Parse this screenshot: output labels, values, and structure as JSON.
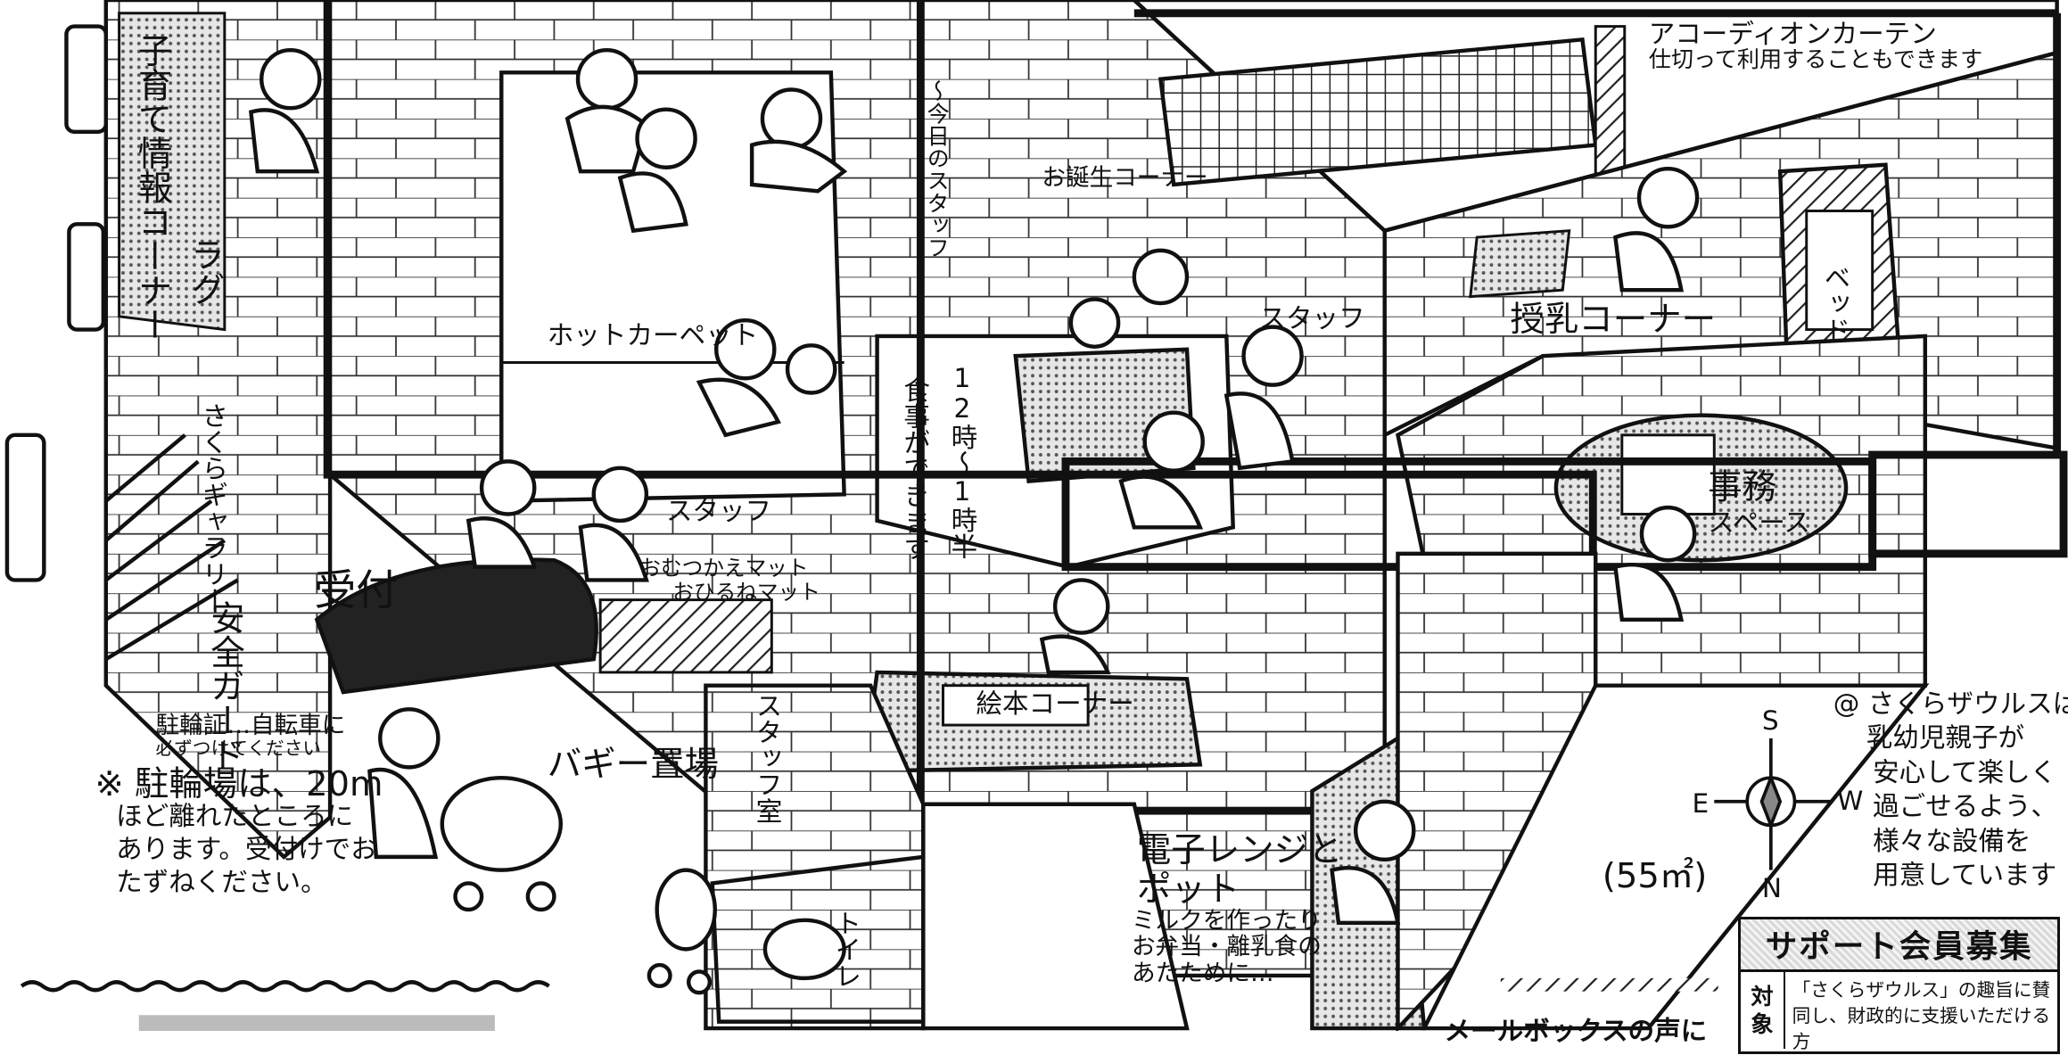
{
  "labels": {
    "kosodate": "子育て情報コーナー",
    "ragu": "ラグ",
    "hotcarpet": "ホットカーペット",
    "uketsuke": "受付",
    "anzen_guard": "安全ガード",
    "staff1": "スタッフ",
    "staff2": "スタッフ",
    "omutsu": "おむつかえマット",
    "ohirune": "おひるねマット",
    "meal_1": "12時〜1時半",
    "meal_2": "食事ができます",
    "tanjobi": "お誕生コーナー",
    "staff_note": "〜今日のスタッフ",
    "accordion_1": "アコーディオンカーテン",
    "accordion_2": "仕切って利用することもできます",
    "junyu": "授乳コーナー",
    "bed": "ベッド",
    "jimu_1": "事務",
    "jimu_2": "スペース",
    "ehon": "絵本コーナー",
    "staff_room": "スタッフ室",
    "toilet": "トイレ",
    "denshi_1": "電子レンジと",
    "denshi_2": "ポット",
    "milk_1": "ミルクを作ったり",
    "milk_2": "お弁当・離乳食の",
    "milk_3": "あたために…",
    "buggy": "バギー置場",
    "churin_1": "駐輪証…自転車に",
    "churin_2": "必ずつけてください",
    "parking_1": "※ 駐輪場は、20m",
    "parking_2": "ほど離れたところに",
    "parking_3": "あります。受付けでお",
    "parking_4": "たずねください。",
    "sakura_1": "@ さくらザウルスは、",
    "sakura_2": "乳幼児親子が",
    "sakura_3": "安心して楽しく",
    "sakura_4": "過ごせるよう、",
    "sakura_5": "様々な設備を",
    "sakura_6": "用意しています",
    "area": "(55㎡)",
    "compass_s": "S",
    "compass_e": "E",
    "compass_w": "W",
    "compass_n": "N",
    "mailbox": "メールボックスの声に",
    "sakura_sign": "さくらギャラリー"
  },
  "support": {
    "title": "サポート会員募集",
    "col_label_1": "対",
    "col_label_2": "象",
    "text": "「さくらザウルス」の趣旨に賛同し、財政的に支援いただける方"
  },
  "colors": {
    "ink": "#111111",
    "screen": "#9a9a9a",
    "paper": "#ffffff"
  }
}
